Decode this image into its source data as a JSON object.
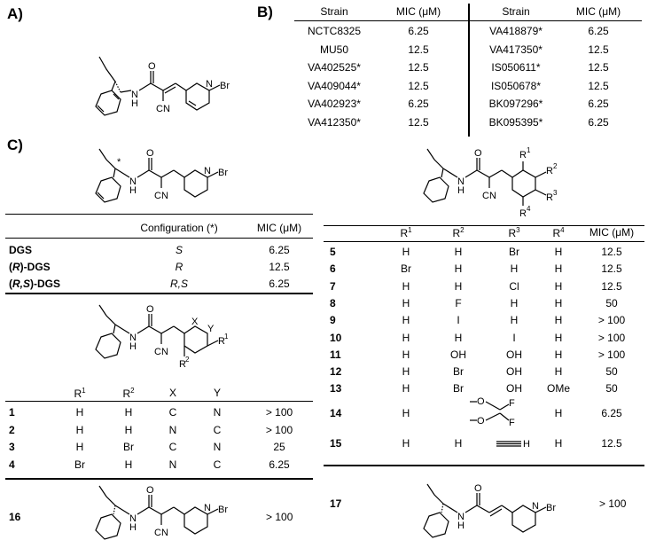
{
  "panels": {
    "a": "A)",
    "b": "B)",
    "c": "C)"
  },
  "atoms": {
    "br": "Br",
    "nh": "H",
    "n": "N",
    "o": "O",
    "cn": "CN",
    "star": "*",
    "f": "F",
    "h": "H",
    "r1": "R",
    "r2": "R",
    "r3": "R",
    "r4": "R",
    "x": "X",
    "y": "Y",
    "s1": "1",
    "s2": "2",
    "s3": "3",
    "s4": "4"
  },
  "tableB": {
    "headers": [
      "Strain",
      "MIC (μM)",
      "Strain",
      "MIC (μM)"
    ],
    "rows": [
      [
        "NCTC8325",
        "6.25",
        "VA418879*",
        "6.25"
      ],
      [
        "MU50",
        "12.5",
        "VA417350*",
        "12.5"
      ],
      [
        "VA402525*",
        "12.5",
        "IS050611*",
        "12.5"
      ],
      [
        "VA409044*",
        "12.5",
        "IS050678*",
        "12.5"
      ],
      [
        "VA402923*",
        "6.25",
        "BK097296*",
        "6.25"
      ],
      [
        "VA412350*",
        "12.5",
        "BK095395*",
        "6.25"
      ]
    ]
  },
  "tableC1": {
    "headers": [
      "Configuration (*)",
      "MIC (μM)"
    ],
    "rows": [
      {
        "name_pre": "",
        "name_it": "",
        "name_post": "DGS",
        "config": "S",
        "mic": "6.25"
      },
      {
        "name_pre": "(",
        "name_it": "R",
        "name_post": ")-DGS",
        "config": "R",
        "mic": "12.5"
      },
      {
        "name_pre": "(",
        "name_it": "R,S",
        "name_post": ")-DGS",
        "config": "R,S",
        "mic": "6.25"
      }
    ]
  },
  "tableC2": {
    "headers": [
      "R",
      "R",
      "X",
      "Y"
    ],
    "header_sups": [
      "1",
      "2"
    ],
    "rows": [
      [
        "1",
        "H",
        "H",
        "C",
        "N",
        "> 100"
      ],
      [
        "2",
        "H",
        "H",
        "N",
        "C",
        "> 100"
      ],
      [
        "3",
        "H",
        "Br",
        "C",
        "N",
        "25"
      ],
      [
        "4",
        "Br",
        "H",
        "N",
        "C",
        "6.25"
      ]
    ]
  },
  "tableC3": {
    "headers": [
      "R",
      "R",
      "R",
      "R",
      "MIC (μM)"
    ],
    "header_sups": [
      "1",
      "2",
      "3",
      "4"
    ],
    "rows": [
      [
        "5",
        "H",
        "H",
        "Br",
        "H",
        "12.5"
      ],
      [
        "6",
        "Br",
        "H",
        "H",
        "H",
        "12.5"
      ],
      [
        "7",
        "H",
        "H",
        "Cl",
        "H",
        "12.5"
      ],
      [
        "8",
        "H",
        "F",
        "H",
        "H",
        "50"
      ],
      [
        "9",
        "H",
        "I",
        "H",
        "H",
        "> 100"
      ],
      [
        "10",
        "H",
        "H",
        "I",
        "H",
        "> 100"
      ],
      [
        "11",
        "H",
        "OH",
        "OH",
        "H",
        "> 100"
      ],
      [
        "12",
        "H",
        "Br",
        "OH",
        "H",
        "50"
      ],
      [
        "13",
        "H",
        "Br",
        "OH",
        "OMe",
        "50"
      ],
      [
        "14",
        "H",
        "",
        "",
        "H",
        "6.25"
      ],
      [
        "15",
        "H",
        "H",
        "",
        "H",
        "12.5"
      ]
    ]
  },
  "compound16": {
    "id": "16",
    "mic": "> 100"
  },
  "compound17": {
    "id": "17",
    "mic": "> 100"
  }
}
